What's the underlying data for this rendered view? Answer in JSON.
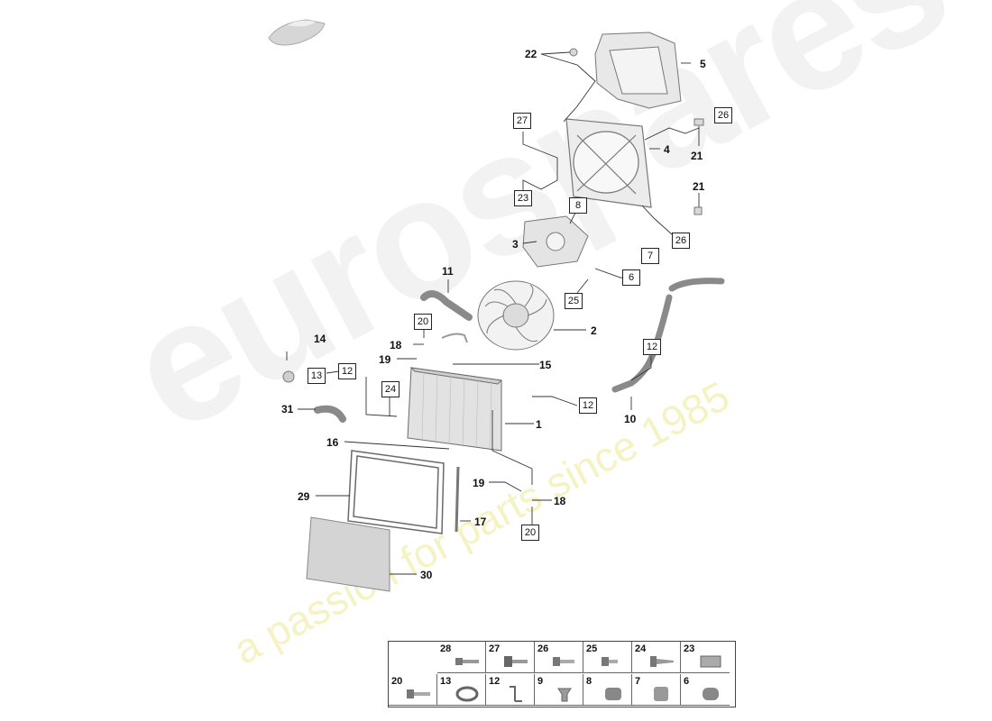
{
  "watermark": {
    "brand": "eurospares",
    "tagline": "a passion for parts since 1985"
  },
  "colors": {
    "part_fill": "#e6e6e6",
    "part_stroke": "#6a6a6a",
    "leader_line": "#333333",
    "watermark_gray": "#f0f0f0",
    "watermark_yellow": "#f3f0b8"
  },
  "callouts": [
    "22",
    "5",
    "4",
    "21",
    "21",
    "3",
    "11",
    "2",
    "14",
    "18",
    "19",
    "15",
    "1",
    "31",
    "16",
    "10",
    "19",
    "18",
    "29",
    "17",
    "30"
  ],
  "boxed_callouts": [
    "27",
    "26",
    "23",
    "8",
    "26",
    "7",
    "6",
    "25",
    "20",
    "12",
    "13",
    "12",
    "24",
    "12",
    "20"
  ],
  "legend": {
    "row1": [
      "28",
      "27",
      "26",
      "25",
      "24",
      "23"
    ],
    "row2": [
      "20",
      "13",
      "12",
      "9",
      "8",
      "7",
      "6"
    ]
  }
}
